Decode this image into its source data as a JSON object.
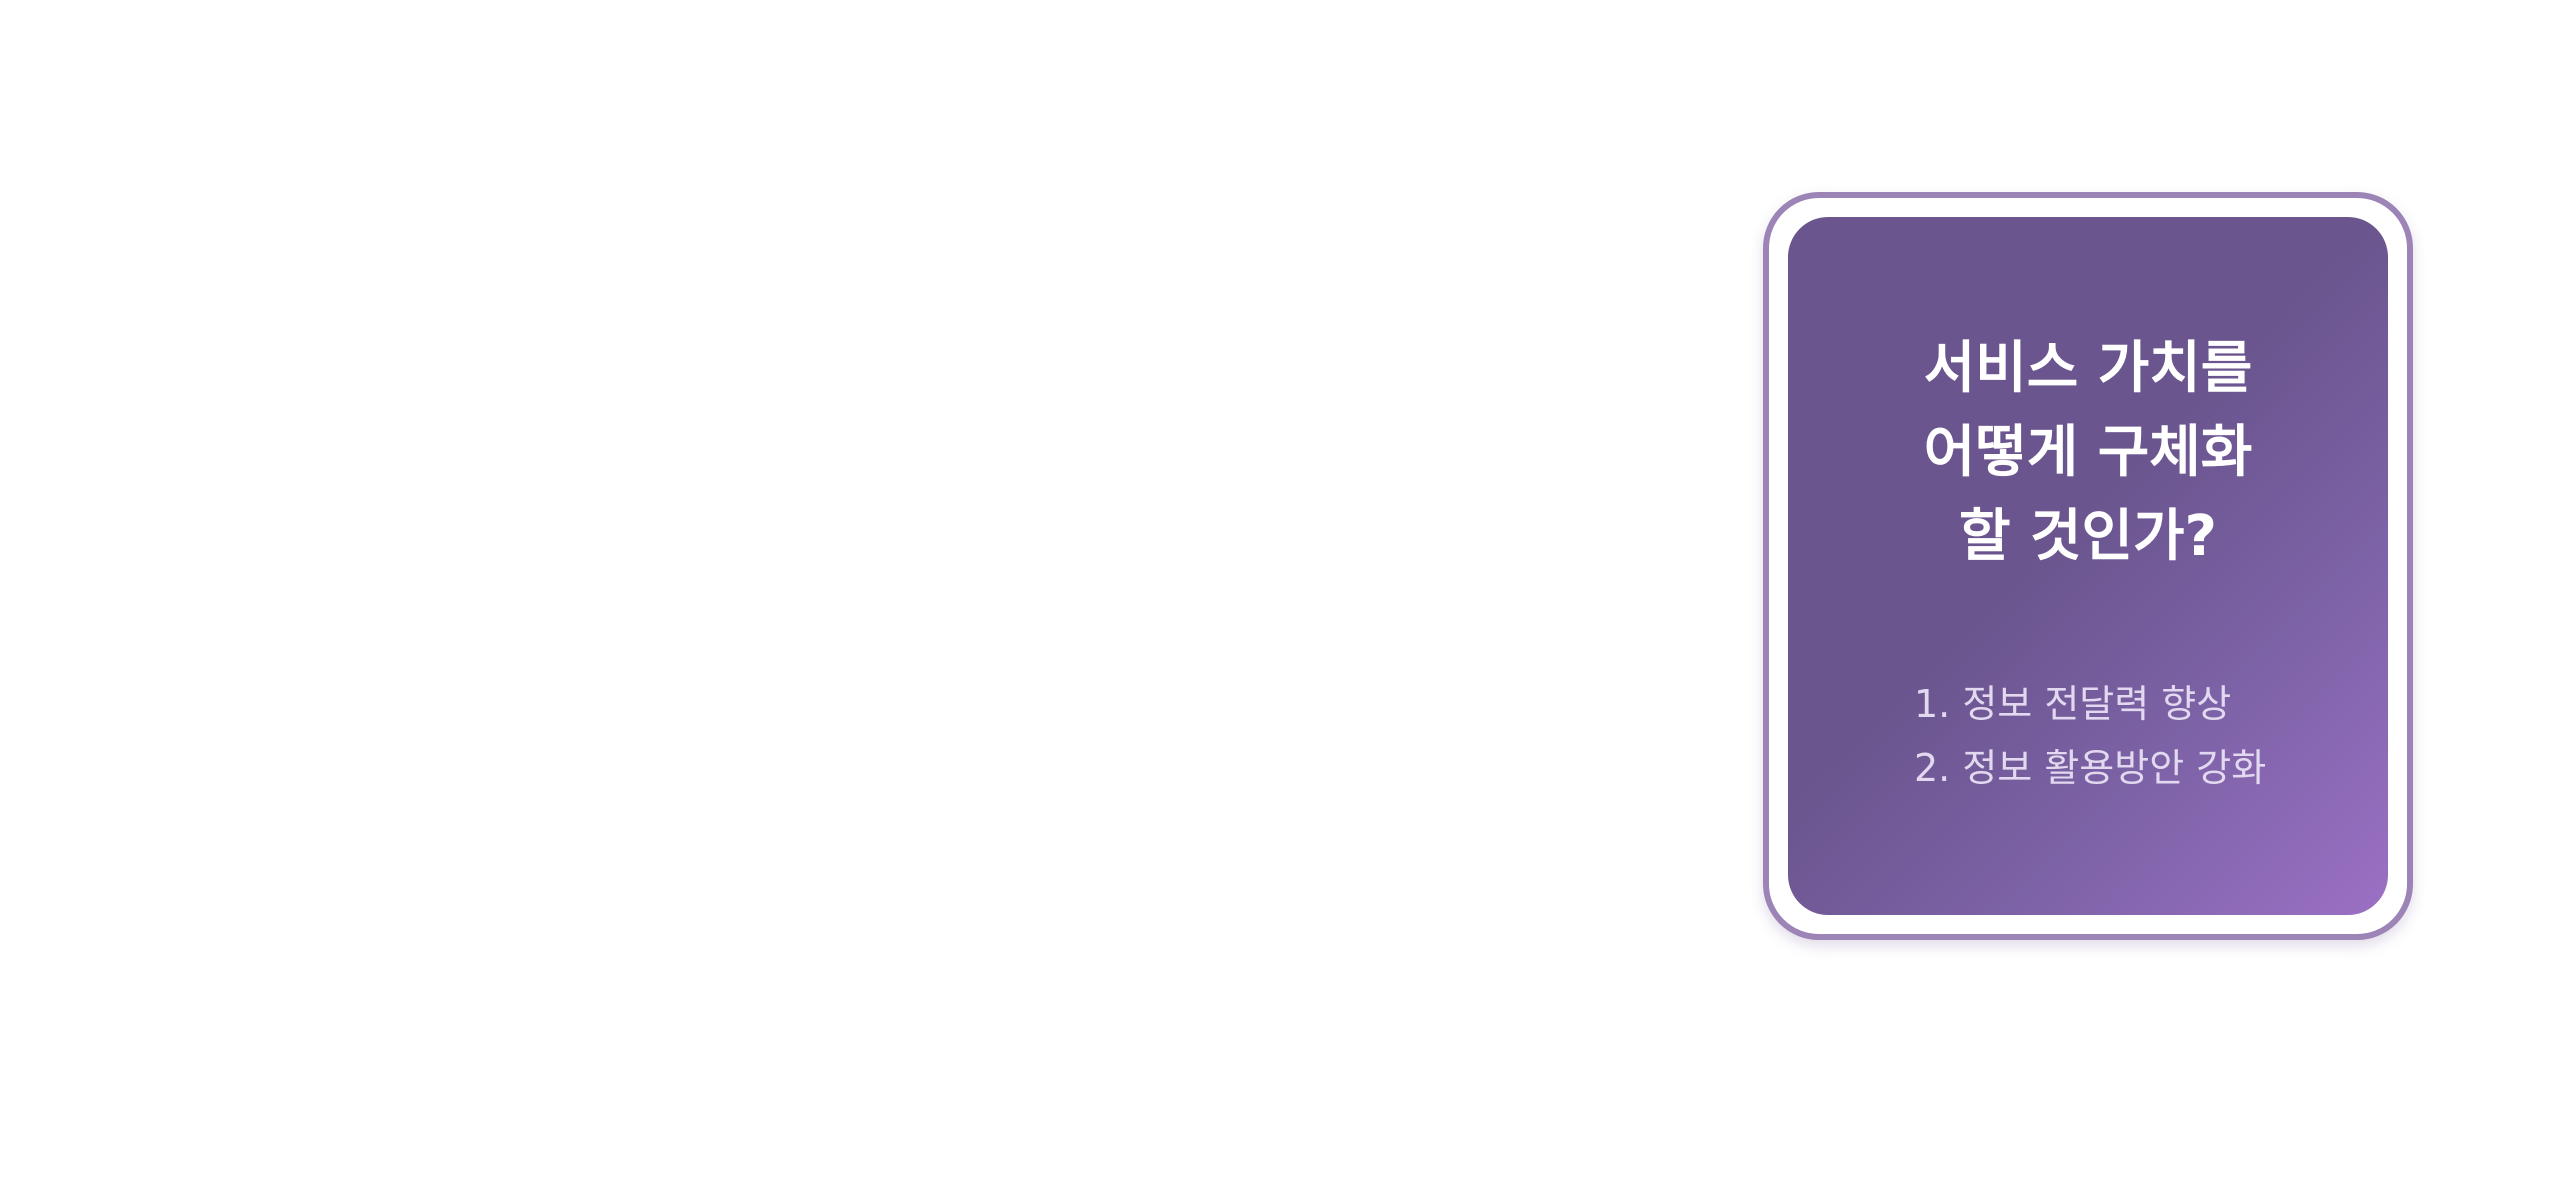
{
  "card": {
    "title_lines": [
      "서비스 가치를",
      "어떻게 구체화",
      "할 것인가?"
    ],
    "items": [
      "1. 정보 전달력 향상",
      "2. 정보 활용방안 강화"
    ]
  },
  "colors": {
    "frame_border": "#9c84b6",
    "card_gradient_start": "#6a558e",
    "card_gradient_end": "#9b70c4",
    "title_text": "#ffffff",
    "list_text": "#e2d8ef"
  }
}
